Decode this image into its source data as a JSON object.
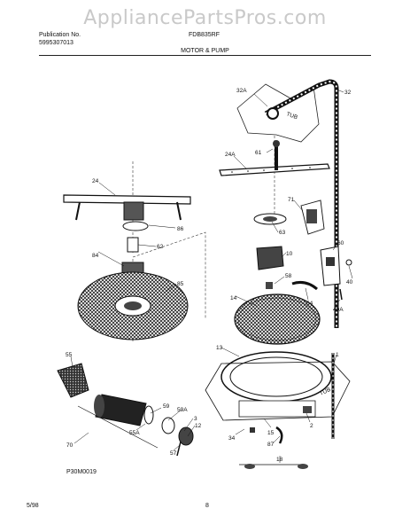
{
  "watermark": "AppliancePartsPros.com",
  "header": {
    "publication_label": "Publication No.",
    "publication_number": "5995307013",
    "model": "FDB835RF",
    "section_title": "MOTOR & PUMP"
  },
  "footer": {
    "drawing_code": "P30M0019",
    "date": "5/98",
    "page": "8"
  },
  "parts": [
    {
      "id": "32A",
      "label": "32A"
    },
    {
      "id": "32",
      "label": "32"
    },
    {
      "id": "61",
      "label": "61"
    },
    {
      "id": "24A",
      "label": "24A"
    },
    {
      "id": "24",
      "label": "24"
    },
    {
      "id": "71",
      "label": "71"
    },
    {
      "id": "86",
      "label": "86"
    },
    {
      "id": "63",
      "label": "63"
    },
    {
      "id": "62",
      "label": "62"
    },
    {
      "id": "60",
      "label": "60"
    },
    {
      "id": "84",
      "label": "84"
    },
    {
      "id": "10",
      "label": "10"
    },
    {
      "id": "40",
      "label": "40"
    },
    {
      "id": "85",
      "label": "85"
    },
    {
      "id": "58",
      "label": "58"
    },
    {
      "id": "14",
      "label": "14"
    },
    {
      "id": "54",
      "label": "54"
    },
    {
      "id": "40A",
      "label": "40A"
    },
    {
      "id": "13",
      "label": "13"
    },
    {
      "id": "55",
      "label": "55"
    },
    {
      "id": "1",
      "label": "1"
    },
    {
      "id": "59",
      "label": "59"
    },
    {
      "id": "59A",
      "label": "59A"
    },
    {
      "id": "55A",
      "label": "55A"
    },
    {
      "id": "3",
      "label": "3"
    },
    {
      "id": "12",
      "label": "12"
    },
    {
      "id": "2",
      "label": "2"
    },
    {
      "id": "15",
      "label": "15"
    },
    {
      "id": "34",
      "label": "34"
    },
    {
      "id": "70",
      "label": "70"
    },
    {
      "id": "57",
      "label": "57"
    },
    {
      "id": "87",
      "label": "87"
    },
    {
      "id": "18",
      "label": "18"
    }
  ],
  "tub_labels": {
    "upper": "TUB",
    "lower": "TUB"
  }
}
